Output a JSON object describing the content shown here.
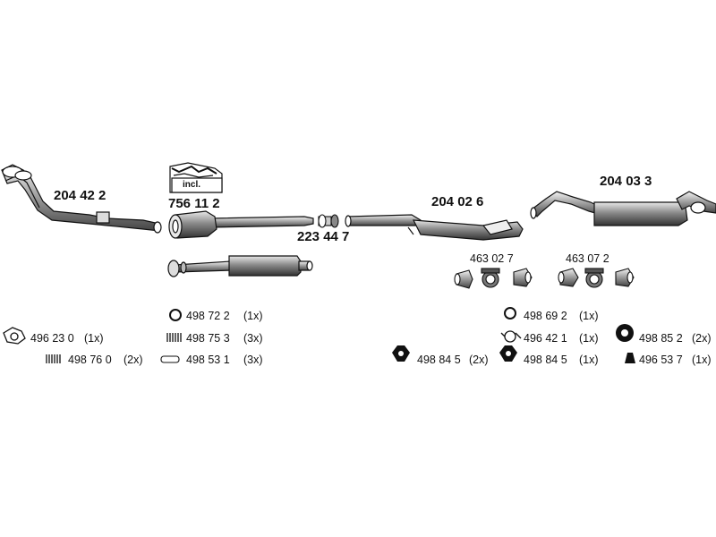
{
  "parts": {
    "front_pipe": "204 42 2",
    "catalyst": "756 11 2",
    "incl_label": "incl.",
    "clamp_center": "223 44 7",
    "middle_silencer": "204 02 6",
    "rear_silencer": "204 03 3",
    "clamp_set_1": "463 02 7",
    "clamp_set_2": "463 07 2"
  },
  "accessories": {
    "ring_1": {
      "num": "498 72 2",
      "qty": "(1x)"
    },
    "spring_1": {
      "num": "498 75 3",
      "qty": "(3x)"
    },
    "bolt_1": {
      "num": "498 53 1",
      "qty": "(3x)"
    },
    "gasket_1": {
      "num": "496 23 0",
      "qty": "(1x)"
    },
    "spring_2": {
      "num": "498 76 0",
      "qty": "(2x)"
    },
    "ring_2": {
      "num": "498 69 2",
      "qty": "(1x)"
    },
    "clamp_small": {
      "num": "496 42 1",
      "qty": "(1x)"
    },
    "rubber_ring": {
      "num": "498 85 2",
      "qty": "(2x)"
    },
    "hanger_1": {
      "num": "498 84 5",
      "qty": "(2x)"
    },
    "hanger_2": {
      "num": "498 84 5",
      "qty": "(1x)"
    },
    "mount": {
      "num": "496 53 7",
      "qty": "(1x)"
    }
  }
}
